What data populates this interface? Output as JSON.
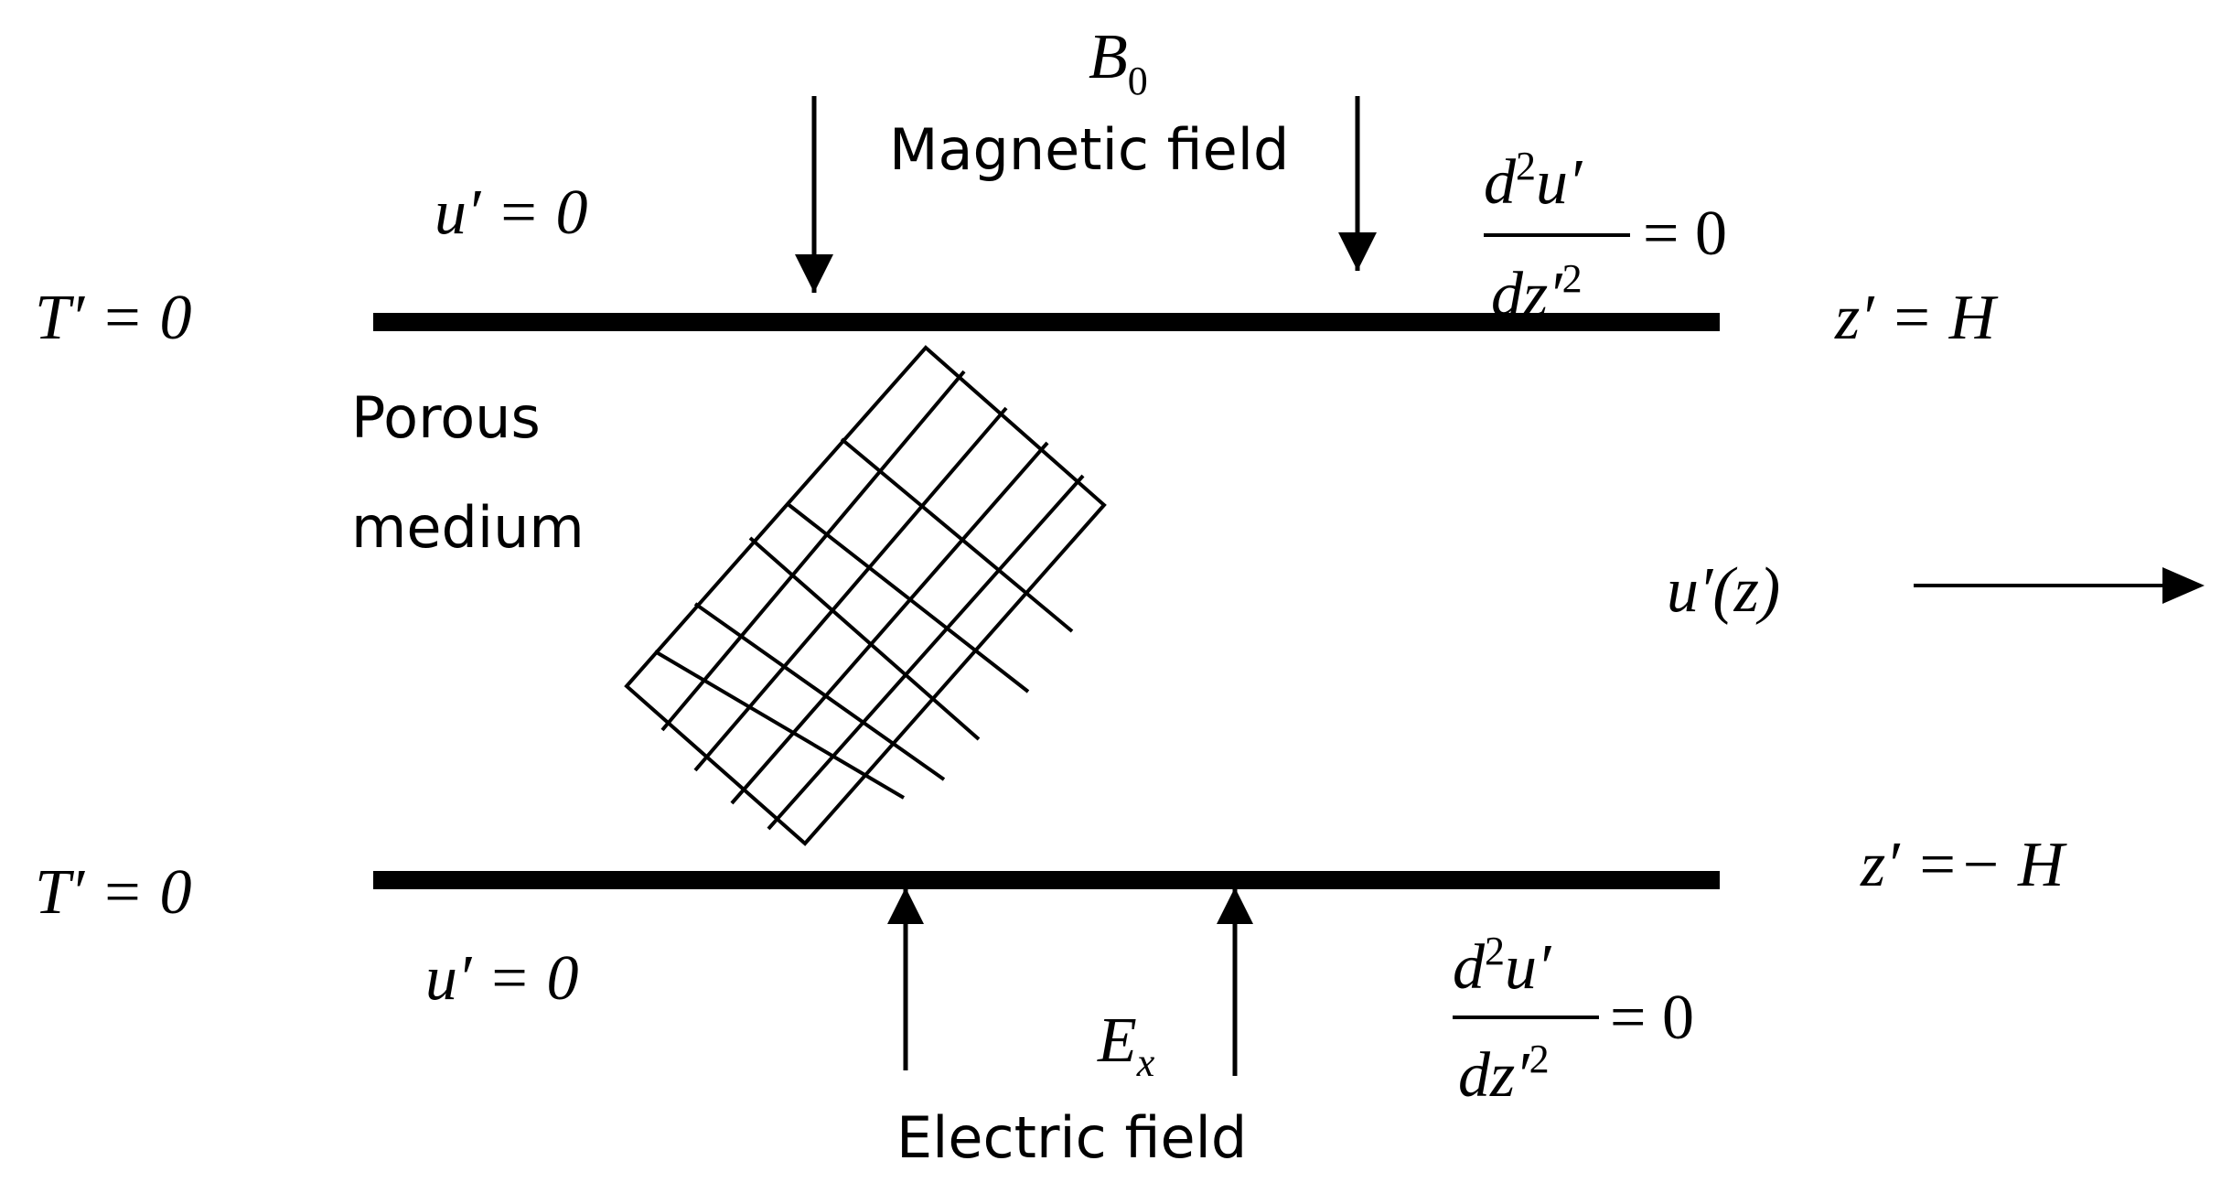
{
  "magnetic": {
    "symbol": "B",
    "subscript": "0",
    "label": "Magnetic field"
  },
  "electric": {
    "symbol": "E",
    "subscript": "x",
    "label": "Electric field"
  },
  "porous": {
    "line1": "Porous",
    "line2": "medium"
  },
  "top": {
    "velocity_bc": "u′ = 0",
    "temperature_bc": "T′ = 0",
    "position": "z′ = H",
    "derivative_bc": {
      "numerator_d": "d",
      "numerator_exp": "2",
      "numerator_var": "u′",
      "denominator_var": "dz′",
      "denominator_exp": "2",
      "rhs": "= 0"
    }
  },
  "bottom": {
    "velocity_bc": "u′ = 0",
    "temperature_bc": "T′ = 0",
    "position": "z′ =− H",
    "derivative_bc": {
      "numerator_d": "d",
      "numerator_exp": "2",
      "numerator_var": "u′",
      "denominator_var": "dz′",
      "denominator_exp": "2",
      "rhs": "= 0"
    }
  },
  "flow": {
    "velocity_profile": "u′(z)"
  }
}
